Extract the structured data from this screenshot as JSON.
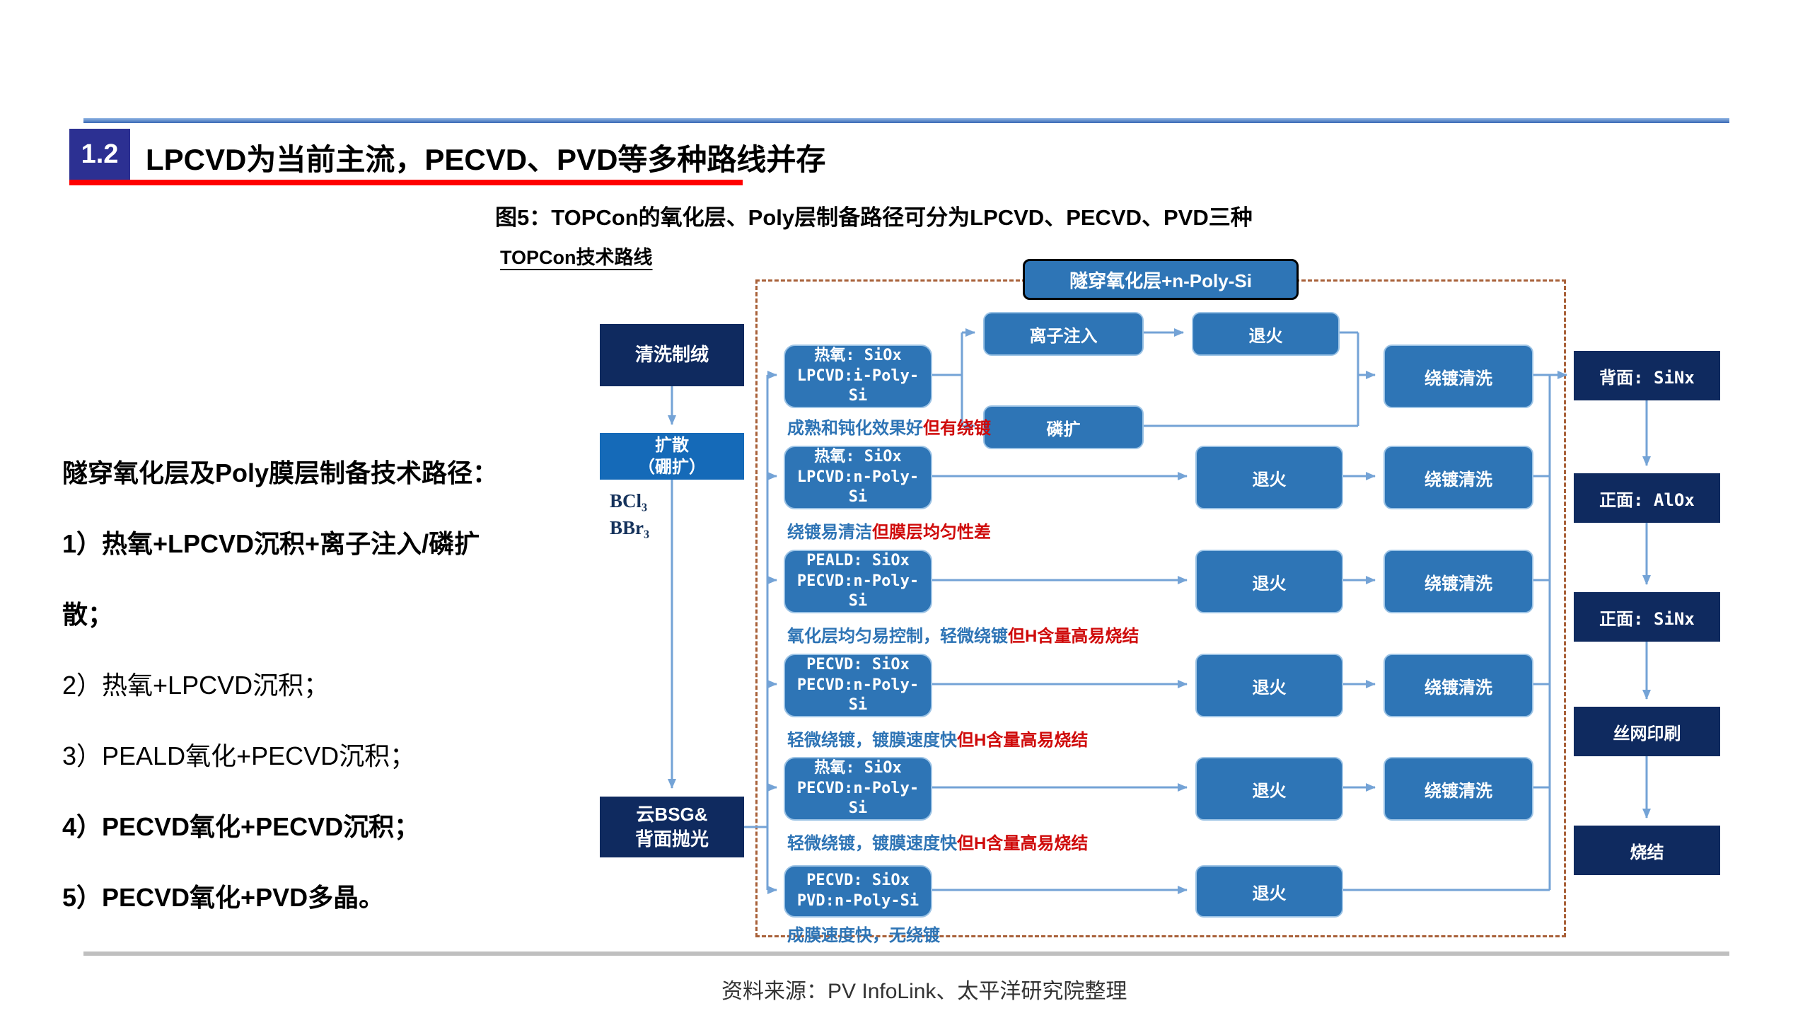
{
  "header": {
    "section_number": "1.2",
    "title": "LPCVD为当前主流，PECVD、PVD等多种路线并存"
  },
  "figure": {
    "caption": "图5：TOPCon的氧化层、Poly层制备路径可分为LPCVD、PECVD、PVD三种",
    "diagram_label": "TOPCon技术路线"
  },
  "left_text": {
    "lines": [
      "隧穿氧化层及Poly膜层制备技术路径：",
      "1）热氧+LPCVD沉积+离子注入/磷扩",
      "散；",
      "2）热氧+LPCVD沉积；",
      "3）PEALD氧化+PECVD沉积；",
      "4）PECVD氧化+PECVD沉积；",
      "5）PECVD氧化+PVD多晶。"
    ]
  },
  "flowchart": {
    "pre_steps": {
      "step1": "清洗制绒",
      "step2": "扩散\n（硼扩）",
      "chemicals": "BCl₃\nBBr₃",
      "step3": "云BSG&\n背面抛光"
    },
    "header_box": "隧穿氧化层+n-Poly-Si",
    "branch": {
      "ion_implant": "离子注入",
      "anneal": "退火",
      "phosphorus": "磷扩",
      "clean": "绕镀清洗"
    },
    "rows": [
      {
        "process": "热氧: SiOx\nLPCVD:i-Poly-\nSi",
        "note_blue": "成熟和钝化效果好",
        "note_red": "但有绕镀"
      },
      {
        "process": "热氧: SiOx\nLPCVD:n-Poly-\nSi",
        "anneal": "退火",
        "clean": "绕镀清洗",
        "note_blue": "绕镀易清洁",
        "note_red": "但膜层均匀性差"
      },
      {
        "process": "PEALD: SiOx\nPECVD:n-Poly-\nSi",
        "anneal": "退火",
        "clean": "绕镀清洗",
        "note_blue": "氧化层均匀易控制，轻微绕镀",
        "note_red": "但H含量高易烧结"
      },
      {
        "process": "PECVD: SiOx\nPECVD:n-Poly-\nSi",
        "anneal": "退火",
        "clean": "绕镀清洗",
        "note_blue": "轻微绕镀，镀膜速度快",
        "note_red": "但H含量高易烧结"
      },
      {
        "process": "热氧: SiOx\nPECVD:n-Poly-\nSi",
        "anneal": "退火",
        "clean": "绕镀清洗",
        "note_blue": "轻微绕镀，镀膜速度快",
        "note_red": "但H含量高易烧结"
      },
      {
        "process": "PECVD: SiOx\nPVD:n-Poly-Si",
        "anneal": "退火",
        "note_blue": "成膜速度快，无绕镀",
        "note_red": ""
      }
    ],
    "post_steps": [
      "背面: SiNx",
      "正面: AlOx",
      "正面: SiNx",
      "丝网印刷",
      "烧结"
    ]
  },
  "footer": {
    "source": "资料来源：PV InfoLink、太平洋研究院整理"
  },
  "colors": {
    "accent_blue": "#2E75B6",
    "step_blue": "#156AB8",
    "navy": "#0F2A5F",
    "arrow_blue": "#74A3D6",
    "note_blue": "#2E74B5",
    "note_red": "#CF0A0A",
    "title_underline_red": "#FF0000",
    "top_rule_blue": "#4472C4",
    "badge_indigo": "#2C3092",
    "dashed_border_brown": "#A86038"
  }
}
